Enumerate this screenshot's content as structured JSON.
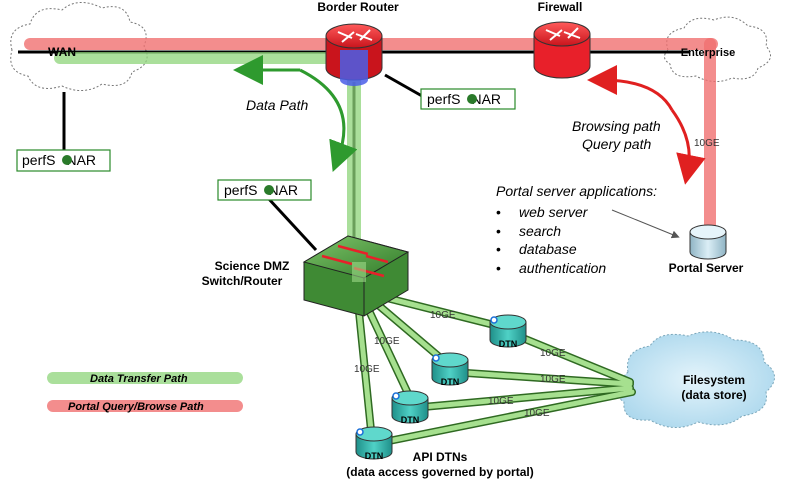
{
  "nodes": {
    "wan": "WAN",
    "border_router": "Border Router",
    "firewall": "Firewall",
    "enterprise": "Enterprise",
    "science_dmz_line1": "Science DMZ",
    "science_dmz_line2": "Switch/Router",
    "portal_server": "Portal Server",
    "filesystem_line1": "Filesystem",
    "filesystem_line2": "(data store)",
    "api_dtns_line1": "API DTNs",
    "api_dtns_line2": "(data access governed by portal)"
  },
  "perfsonar": {
    "pre": "perfS",
    "post": "NAR"
  },
  "annotations": {
    "data_path": "Data Path",
    "browsing_path": "Browsing path",
    "query_path": "Query path",
    "portal_apps_title": "Portal server applications:",
    "portal_apps": [
      "web server",
      "search",
      "database",
      "authentication"
    ],
    "bullet": "•"
  },
  "link_labels": {
    "ten_ge": "10GE"
  },
  "dtn_label": "DTN",
  "legend": {
    "data_transfer": "Data Transfer Path",
    "portal_query": "Portal Query/Browse Path"
  },
  "colors": {
    "data_path": "#8ed47a",
    "portal_path": "#f07070",
    "router_red": "#e8202a",
    "router_blue": "#4a5ee8",
    "switch_green": "#4c9a40",
    "dtn_teal": "#2fb0a8",
    "cloud_blue": "#bfe3f2",
    "perfsonar_border": "#2a8a2a",
    "perfsonar_dot": "#2a7a2a",
    "arrow_green": "#2e9a2e",
    "arrow_red": "#e02020"
  }
}
